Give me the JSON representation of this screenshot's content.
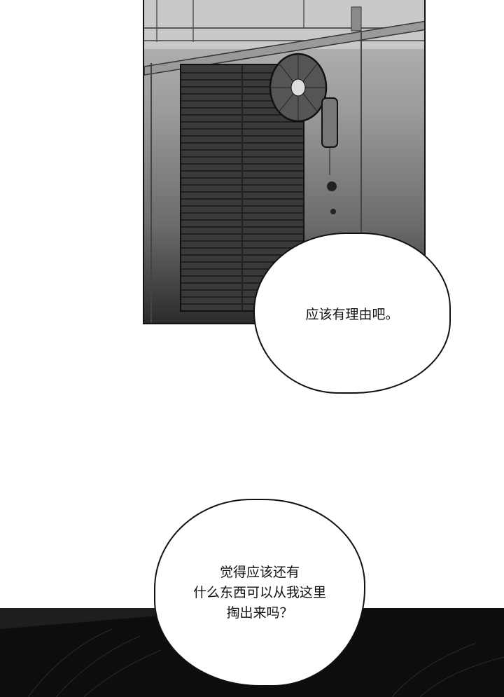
{
  "panel_top": {
    "description_icon": "wall-fan-window-icon"
  },
  "bubble_1": {
    "text": "应该有理由吧。"
  },
  "bubble_2": {
    "lines": [
      "觉得应该还有",
      "什么东西可以从我这里",
      "掏出来吗？"
    ]
  }
}
